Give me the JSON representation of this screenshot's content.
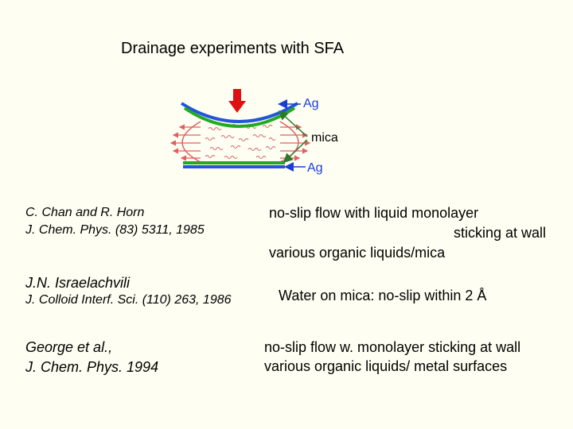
{
  "title": "Drainage experiments with SFA",
  "diagram": {
    "label_top": "Ag",
    "label_middle": "mica",
    "label_bottom": "Ag"
  },
  "rows": [
    {
      "ref_line1": "C. Chan and R. Horn",
      "ref_line2": "J. Chem. Phys. (83) 5311, 1985",
      "result_line1": "no-slip flow with liquid monolayer",
      "result_line2": "sticking at wall",
      "result_line3": "various organic liquids/mica"
    },
    {
      "ref_line1": "J.N. Israelachvili",
      "ref_line2": "J. Colloid Interf. Sci. (110) 263, 1986",
      "result_line1": "Water on mica: no-slip within 2 Å"
    },
    {
      "ref_line1": "George et al.,",
      "ref_line2": "J. Chem. Phys. 1994",
      "result_line1": "no-slip flow w. monolayer sticking at wall",
      "result_line2": "various organic liquids/ metal surfaces"
    }
  ],
  "colors": {
    "silver_layer": "#2255dd",
    "mica_layer": "#22aa22",
    "force_arrow": "#dd1111",
    "flow_arrows": "#e06060",
    "pointer_blue": "#1a3fd0",
    "pointer_green": "#2a7a2a"
  }
}
